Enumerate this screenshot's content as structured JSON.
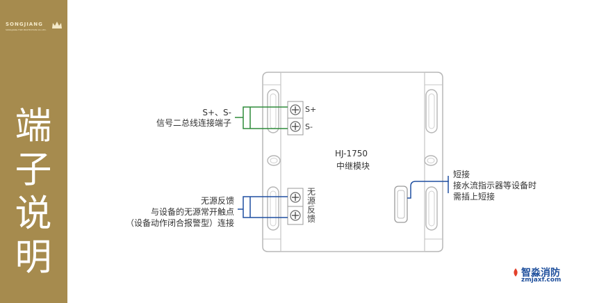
{
  "sidebar": {
    "logo_text": "SONGJIANG",
    "logo_sub": "SONGJIANG FIRE PROTECTION CO.,LTD.",
    "title_chars": [
      "端",
      "子",
      "说",
      "明"
    ]
  },
  "device": {
    "model": "HJ-1750",
    "name": "中继模块",
    "terminal_s_plus": "S+",
    "terminal_s_minus": "S-",
    "terminal_vertical": "无源反馈"
  },
  "annotations": {
    "signal_title": "S+、S-",
    "signal_desc": "信号二总线连接端子",
    "feedback_line1": "无源反馈",
    "feedback_line2": "与设备的无源常开触点",
    "feedback_line3": "（设备动作闭合报警型）连接",
    "short_line1": "短接",
    "short_line2": "接水流指示器等设备时",
    "short_line3": "需插上短接"
  },
  "brand": {
    "name": "智淼消防",
    "url": "zmjaxf.com"
  },
  "colors": {
    "sidebar": "#a68b4e",
    "signal_line": "#2e8b3a",
    "feedback_line": "#1f4fa0",
    "brand": "#1e4f9c"
  }
}
